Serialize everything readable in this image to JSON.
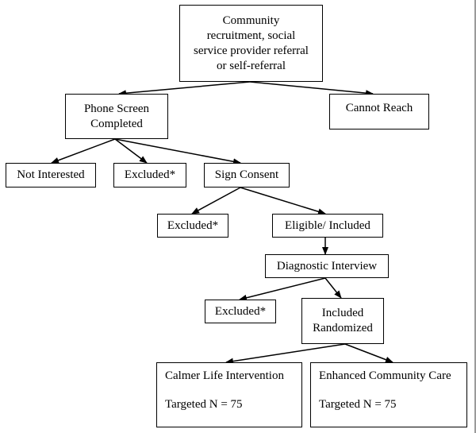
{
  "nodes": {
    "start": {
      "lines": [
        "Community",
        "recruitment, social",
        "service provider referral",
        "or self-referral"
      ]
    },
    "phone_screen": {
      "lines": [
        "Phone Screen",
        "Completed"
      ]
    },
    "cannot_reach": {
      "label": "Cannot Reach"
    },
    "not_interested": {
      "label": "Not Interested"
    },
    "excluded_1": {
      "label": "Excluded*"
    },
    "sign_consent": {
      "label": "Sign Consent"
    },
    "excluded_2": {
      "label": "Excluded*"
    },
    "eligible": {
      "label": "Eligible/ Included"
    },
    "diagnostic": {
      "label": "Diagnostic Interview"
    },
    "excluded_3": {
      "label": "Excluded*"
    },
    "randomized": {
      "lines": [
        "Included",
        "Randomized"
      ]
    },
    "calmer": {
      "title": "Calmer Life Intervention",
      "target": "Targeted N = 75"
    },
    "ecc": {
      "title": "Enhanced Community Care",
      "target": "Targeted N = 75"
    }
  },
  "edges": [
    [
      "start",
      "phone_screen"
    ],
    [
      "start",
      "cannot_reach"
    ],
    [
      "phone_screen",
      "not_interested"
    ],
    [
      "phone_screen",
      "excluded_1"
    ],
    [
      "phone_screen",
      "sign_consent"
    ],
    [
      "sign_consent",
      "excluded_2"
    ],
    [
      "sign_consent",
      "eligible"
    ],
    [
      "eligible",
      "diagnostic"
    ],
    [
      "diagnostic",
      "excluded_3"
    ],
    [
      "diagnostic",
      "randomized"
    ],
    [
      "randomized",
      "calmer"
    ],
    [
      "randomized",
      "ecc"
    ]
  ],
  "colors": {
    "line": "#000000",
    "box_border": "#000000",
    "background": "#ffffff"
  }
}
